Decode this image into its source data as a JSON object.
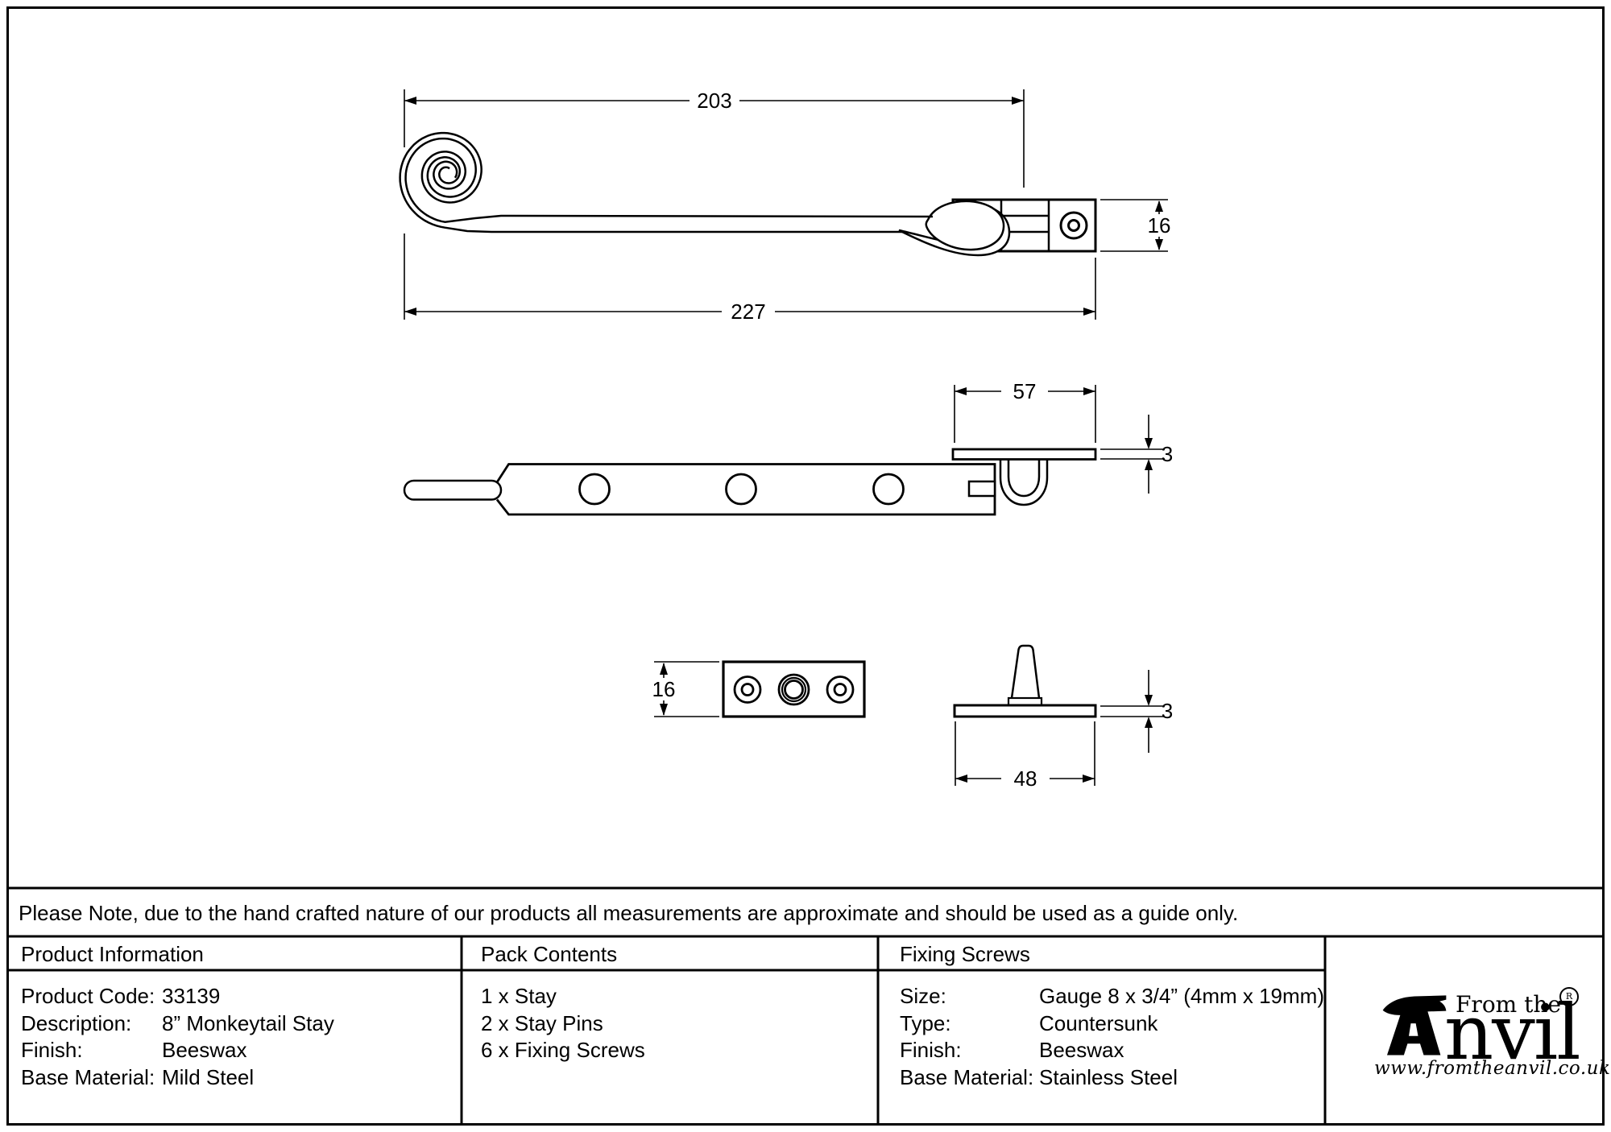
{
  "note": "Please Note, due to the hand crafted nature of our products all measurements are approximate and should be used as a guide only.",
  "dimensions": {
    "top_length": "203",
    "top_overall": "227",
    "top_height": "16",
    "side_plate_width": "57",
    "side_plate_thickness": "3",
    "pin_plate_height": "16",
    "pin_side_thickness": "3",
    "pin_side_width": "48"
  },
  "table": {
    "product_information": {
      "header": "Product Information",
      "rows": [
        {
          "label": "Product Code:",
          "value": "33139"
        },
        {
          "label": "Description:",
          "value": "8” Monkeytail Stay"
        },
        {
          "label": "Finish:",
          "value": "Beeswax"
        },
        {
          "label": "Base Material:",
          "value": "Mild Steel"
        }
      ]
    },
    "pack_contents": {
      "header": "Pack Contents",
      "items": [
        "1 x Stay",
        "2 x Stay Pins",
        "6 x Fixing Screws"
      ]
    },
    "fixing_screws": {
      "header": "Fixing Screws",
      "rows": [
        {
          "label": "Size:",
          "value": "Gauge 8 x 3/4” (4mm x 19mm)"
        },
        {
          "label": "Type:",
          "value": "Countersunk"
        },
        {
          "label": "Finish:",
          "value": "Beeswax"
        },
        {
          "label": "Base Material:",
          "value": "Stainless Steel"
        }
      ]
    }
  },
  "logo": {
    "prefix": "From the",
    "name_rest": "nvil",
    "registered": "R",
    "url": "www.fromtheanvil.co.uk"
  },
  "colors": {
    "ink": "#000000",
    "paper": "#ffffff"
  }
}
